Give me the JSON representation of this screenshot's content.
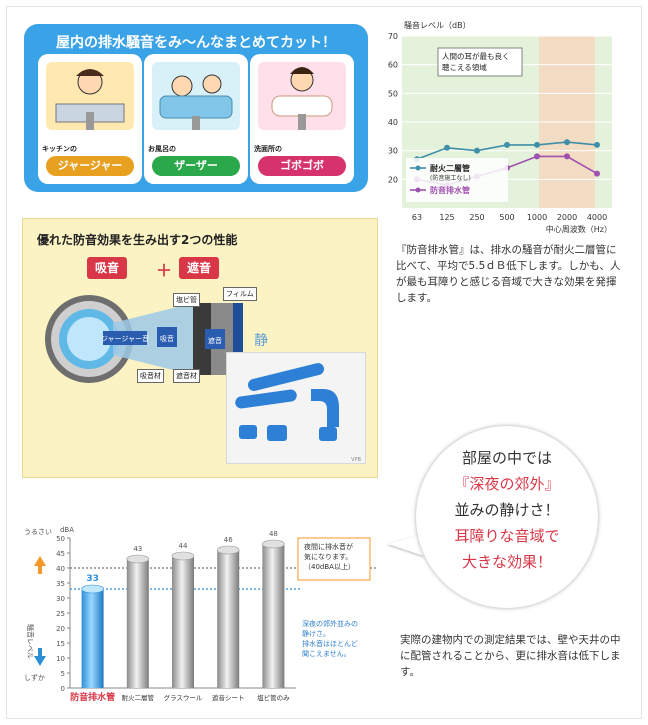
{
  "banner": {
    "title": "屋内の排水騒音をみ〜んなまとめてカット！",
    "scenes": [
      {
        "label": "キッチンの",
        "button": "ジャージャー",
        "color": "#e8a020",
        "bg": "#ffe9b0"
      },
      {
        "label": "お風呂の",
        "button": "ザーザー",
        "color": "#2aa84a",
        "bg": "#d8f0f8"
      },
      {
        "label": "洗面所の",
        "button": "ゴボゴボ",
        "color": "#d6336c",
        "bg": "#ffe0ea"
      }
    ]
  },
  "line_chart": {
    "chart_data": {
      "type": "line",
      "ylabel": "騒音レベル（dB）",
      "xlabel": "中心周波数（Hz）",
      "categories": [
        "63",
        "125",
        "250",
        "500",
        "1000",
        "2000",
        "4000"
      ],
      "y_ticks": [
        "20",
        "30",
        "40",
        "50",
        "60",
        "70"
      ],
      "ylim": [
        10,
        70
      ],
      "annotation": "人間の耳が最も良く聴こえる領域",
      "highlight_range": [
        "1000",
        "4000"
      ],
      "series": [
        {
          "name": "耐火二層管",
          "note": "(防音施工なし)",
          "color": "#3f8fa8",
          "values": [
            27,
            31,
            30,
            32,
            32,
            33,
            32
          ]
        },
        {
          "name": "防音排水管",
          "color": "#a050b0",
          "values": [
            20,
            18,
            21,
            24,
            28,
            28,
            22
          ]
        }
      ]
    }
  },
  "desc1": "『防音排水管』は、排水の騒音が耐火二層管に比べて、平均で5.5ｄＢ低下します。しかも、人が最も耳障りと感じる音域で大きな効果を発揮します。",
  "panel": {
    "title": "優れた防音効果を生み出す2つの性能",
    "tag1": "吸音",
    "plus": "＋",
    "tag2": "遮音",
    "labels": {
      "shield": "塩ビ管",
      "film": "フィルム",
      "absorb": "吸音材",
      "insulate": "遮音材",
      "sound": "ジャージャー音",
      "absorb_arrow": "吸音",
      "insulate_arrow": "遮音",
      "quiet": "静"
    },
    "photo_mark": "VPB"
  },
  "bubble": {
    "l1": "部屋の中では",
    "l2": "『深夜の郊外』",
    "l3": "並みの静けさ！",
    "l4": "耳障りな音域で",
    "l5": "大きな効果！"
  },
  "desc2": "実際の建物内での測定結果では、壁や天井の中に配管されることから、更に排水音は低下します。",
  "bar_chart": {
    "chart_data": {
      "type": "bar",
      "unit": "dBA",
      "y_ticks": [
        "0",
        "5",
        "10",
        "15",
        "20",
        "25",
        "30",
        "35",
        "40",
        "45",
        "50"
      ],
      "ylim": [
        0,
        50
      ],
      "categories": [
        "防音排水管",
        "耐火二層管",
        "グラスウール",
        "遮音シート",
        "塩ビ管のみ"
      ],
      "values": [
        33,
        43,
        44,
        46,
        48
      ],
      "y_side_top": "うるさい",
      "y_side_mid": "騒音レベル",
      "y_side_bottom": "しずか",
      "ref_high": {
        "value": 40,
        "text1": "夜間に排水音が",
        "text2": "気になります。",
        "text3": "（40dBA以上）"
      },
      "ref_low": {
        "value": 33,
        "text1": "深夜の郊外並みの",
        "text2": "静けさ。",
        "text3": "排水音はほとんど",
        "text4": "聞こえません。"
      }
    }
  }
}
